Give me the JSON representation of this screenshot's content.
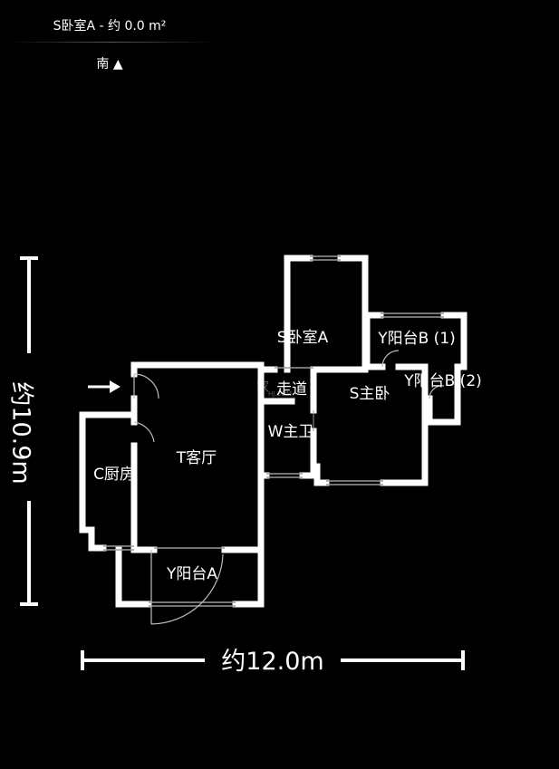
{
  "header": {
    "title": "S卧室A - 约 0.0 m²",
    "compass_label": "南 ▲"
  },
  "rooms": {
    "bedroom_a": "S卧室A",
    "balcony_b1": "Y阳台B (1)",
    "balcony_b2": "Y阳台B (2)",
    "corridor": "走道",
    "master_bedroom": "S主卧",
    "master_bath": "W主卫",
    "living_room": "T客厅",
    "kitchen": "C厨房",
    "balcony_a": "Y阳台A"
  },
  "dimensions": {
    "height_label": "约10.9m",
    "width_label": "约12.0m"
  },
  "colors": {
    "background": "#000000",
    "wall": "#ffffff",
    "window_line": "#9a9a9a"
  }
}
